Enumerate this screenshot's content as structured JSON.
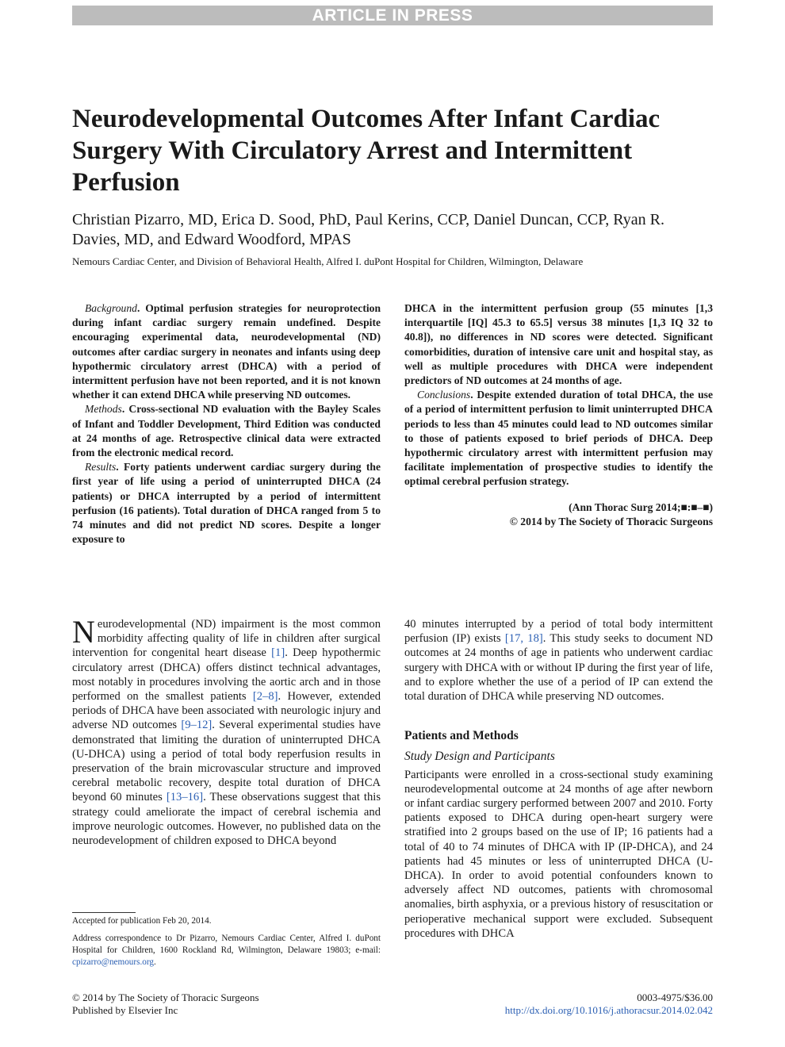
{
  "banner": "ARTICLE IN PRESS",
  "title": "Neurodevelopmental Outcomes After Infant Cardiac Surgery With Circulatory Arrest and Intermittent Perfusion",
  "authors": "Christian Pizarro, MD, Erica D. Sood, PhD, Paul Kerins, CCP, Daniel Duncan, CCP, Ryan R. Davies, MD, and Edward Woodford, MPAS",
  "affiliation": "Nemours Cardiac Center, and Division of Behavioral Health, Alfred I. duPont Hospital for Children, Wilmington, Delaware",
  "abstract": {
    "background_head": "Background",
    "background": ". Optimal perfusion strategies for neuroprotection during infant cardiac surgery remain undefined. Despite encouraging experimental data, neurodevelopmental (ND) outcomes after cardiac surgery in neonates and infants using deep hypothermic circulatory arrest (DHCA) with a period of intermittent perfusion have not been reported, and it is not known whether it can extend DHCA while preserving ND outcomes.",
    "methods_head": "Methods",
    "methods": ". Cross-sectional ND evaluation with the Bayley Scales of Infant and Toddler Development, Third Edition was conducted at 24 months of age. Retrospective clinical data were extracted from the electronic medical record.",
    "results_head": "Results",
    "results": ". Forty patients underwent cardiac surgery during the first year of life using a period of uninterrupted DHCA (24 patients) or DHCA interrupted by a period of intermittent perfusion (16 patients). Total duration of DHCA ranged from 5 to 74 minutes and did not predict ND scores. Despite a longer exposure to",
    "results_cont": "DHCA in the intermittent perfusion group (55 minutes [1,3 interquartile [IQ] 45.3 to 65.5] versus 38 minutes [1,3 IQ 32 to 40.8]), no differences in ND scores were detected. Significant comorbidities, duration of intensive care unit and hospital stay, as well as multiple procedures with DHCA were independent predictors of ND outcomes at 24 months of age.",
    "conclusions_head": "Conclusions",
    "conclusions": ". Despite extended duration of total DHCA, the use of a period of intermittent perfusion to limit uninterrupted DHCA periods to less than 45 minutes could lead to ND outcomes similar to those of patients exposed to brief periods of DHCA. Deep hypothermic circulatory arrest with intermittent perfusion may facilitate implementation of prospective studies to identify the optimal cerebral perfusion strategy.",
    "citation": "(Ann Thorac Surg 2014;■:■–■)",
    "copyright": "© 2014 by The Society of Thoracic Surgeons"
  },
  "intro": {
    "dropcap": "N",
    "p1_a": "eurodevelopmental (ND) impairment is the most common morbidity affecting quality of life in children after surgical intervention for congenital heart disease ",
    "ref1": "[1]",
    "p1_b": ". Deep hypothermic circulatory arrest (DHCA) offers distinct technical advantages, most notably in procedures involving the aortic arch and in those performed on the smallest patients ",
    "ref2": "[2–8]",
    "p1_c": ". However, extended periods of DHCA have been associated with neurologic injury and adverse ND outcomes ",
    "ref3": "[9–12]",
    "p1_d": ". Several experimental studies have demonstrated that limiting the duration of uninterrupted DHCA (U-DHCA) using a period of total body reperfusion results in preservation of the brain microvascular structure and improved cerebral metabolic recovery, despite total duration of DHCA beyond 60 minutes ",
    "ref4": "[13–16]",
    "p1_e": ". These observations suggest that this strategy could ameliorate the impact of cerebral ischemia and improve neurologic outcomes. However, no published data on the neurodevelopment of children exposed to DHCA beyond",
    "p2_a": "40 minutes interrupted by a period of total body intermittent perfusion (IP) exists ",
    "ref5": "[17, 18]",
    "p2_b": ". This study seeks to document ND outcomes at 24 months of age in patients who underwent cardiac surgery with DHCA with or without IP during the first year of life, and to explore whether the use of a period of IP can extend the total duration of DHCA while preserving ND outcomes."
  },
  "methods_section": {
    "heading": "Patients and Methods",
    "subheading": "Study Design and Participants",
    "text": "Participants were enrolled in a cross-sectional study examining neurodevelopmental outcome at 24 months of age after newborn or infant cardiac surgery performed between 2007 and 2010. Forty patients exposed to DHCA during open-heart surgery were stratified into 2 groups based on the use of IP; 16 patients had a total of 40 to 74 minutes of DHCA with IP (IP-DHCA), and 24 patients had 45 minutes or less of uninterrupted DHCA (U-DHCA). In order to avoid potential confounders known to adversely affect ND outcomes, patients with chromosomal anomalies, birth asphyxia, or a previous history of resuscitation or perioperative mechanical support were excluded. Subsequent procedures with DHCA"
  },
  "footnotes": {
    "accepted": "Accepted for publication Feb 20, 2014.",
    "address": "Address correspondence to Dr Pizarro, Nemours Cardiac Center, Alfred I. duPont Hospital for Children, 1600 Rockland Rd, Wilmington, Delaware 19803; e-mail: ",
    "email": "cpizarro@nemours.org",
    "period": "."
  },
  "footer": {
    "copyright": "© 2014 by The Society of Thoracic Surgeons",
    "publisher": "Published by Elsevier Inc",
    "issn": "0003-4975/$36.00",
    "doi": "http://dx.doi.org/10.1016/j.athoracsur.2014.02.042"
  },
  "colors": {
    "link": "#2b5fb3",
    "banner": "#bcbcbc"
  }
}
